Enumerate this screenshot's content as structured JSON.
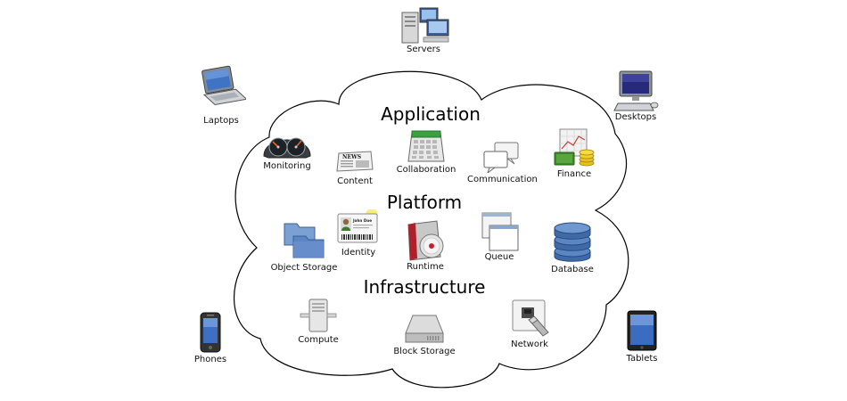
{
  "sections": {
    "application": "Application",
    "platform": "Platform",
    "infrastructure": "Infrastructure"
  },
  "devices": {
    "servers": "Servers",
    "laptops": "Laptops",
    "desktops": "Desktops",
    "phones": "Phones",
    "tablets": "Tablets"
  },
  "application_items": {
    "monitoring": "Monitoring",
    "content": "Content",
    "collaboration": "Collaboration",
    "communication": "Communication",
    "finance": "Finance"
  },
  "platform_items": {
    "identity": "Identity",
    "object_storage": "Object Storage",
    "runtime": "Runtime",
    "queue": "Queue",
    "database": "Database"
  },
  "infrastructure_items": {
    "compute": "Compute",
    "block_storage": "Block Storage",
    "network": "Network"
  },
  "icon_texts": {
    "news": "NEWS",
    "badge_name": "John Doe"
  },
  "colors": {
    "cloud_stroke": "#000000",
    "folder_blue": "#5b86c4",
    "database_blue": "#3f6aa8",
    "calendar_green": "#3aa040",
    "runtime_red": "#b0202a",
    "money_green": "#3e8a2a",
    "coin_gold": "#e8c020"
  }
}
